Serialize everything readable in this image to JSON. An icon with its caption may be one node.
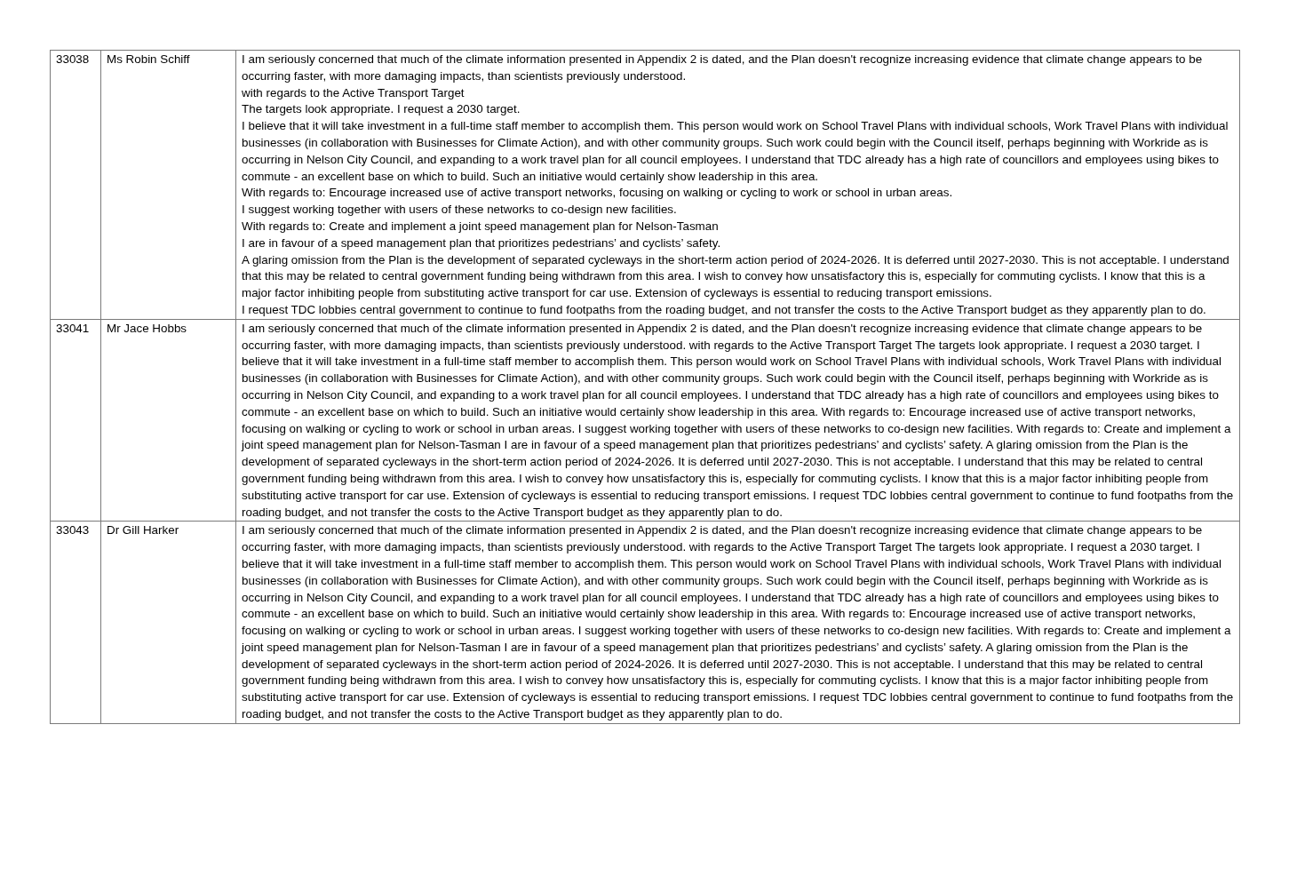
{
  "diagram": {
    "labels": [
      "33038",
      "Ms Robin Schiff",
      "I am seriously concerned that much of the climate information presented in Appendix 2 is dated, and the Plan doesn't recognize increasing evidence that climate change appears to be occurring faster, with more damaging impacts, than scientists previously understood.",
      "with regards to the Active Transport Target",
      "The targets look appropriate. I request a 2030 target.",
      "I believe that it will take investment in a full-time staff member to accomplish them. This person would work on School Travel Plans with individual schools, Work Travel Plans with individual businesses (in collaboration with Businesses for Climate Action), and with other community groups. Such work could begin with the Council itself, perhaps beginning with Workride as is occurring in Nelson City Council, and expanding to a work travel plan for all council employees. I understand that TDC already has a high rate of councillors and employees using bikes to commute - an excellent base on which to build. Such an initiative would certainly show leadership in this area.",
      "With regards to: Encourage increased use of active transport networks, focusing on walking or cycling to work or school in urban areas.",
      "I suggest working together with users of these networks to co-design new facilities.",
      "With regards to: Create and implement a joint speed management plan for Nelson-Tasman",
      "I are in favour of a speed management plan that prioritizes pedestrians’ and cyclists’ safety.",
      "A glaring omission from the Plan is the development of separated cycleways in the short-term action period of 2024-2026. It is deferred until 2027-2030. This is not acceptable. I understand that this may be related to central government funding being withdrawn from this area. I wish to convey how unsatisfactory this is, especially for commuting cyclists. I know that this is a major factor inhibiting people from substituting active transport for car use. Extension of cycleways is essential to reducing transport emissions.",
      "I request TDC lobbies central government to continue to fund footpaths from the roading budget, and not transfer the costs to the Active Transport budget as they apparently plan to do.",
      "33041",
      "Mr Jace Hobbs",
      "I am seriously concerned that much of the climate information presented in Appendix 2 is dated, and the Plan doesn't recognize increasing evidence that climate change appears to be occurring faster, with more damaging impacts, than scientists previously understood. with regards to the Active Transport Target The targets look appropriate. I request a 2030 target. I believe that it will take investment in a full-time staff member to accomplish them. This person would work on School Travel Plans with individual schools, Work Travel Plans with individual businesses (in collaboration with Businesses for Climate Action), and with other community groups. Such work could begin with the Council itself, perhaps beginning with Workride as is occurring in Nelson City Council, and expanding to a work travel plan for all council employees. I understand that TDC already has a high rate of councillors and employees using bikes to commute - an excellent base on which to build. Such an initiative would certainly show leadership in this area. With regards to: Encourage increased use of active transport networks, focusing on walking or cycling to work or school in urban areas. I suggest working together with users of these networks to co-design new facilities. With regards to: Create and implement a joint speed management plan for Nelson-Tasman I are in favour of a speed management plan that prioritizes pedestrians’ and cyclists’ safety. A glaring omission from the Plan is the development of separated cycleways in the short-term action period of 2024-2026. It is deferred until 2027-2030. This is not acceptable. I understand that this may be related to central government funding being withdrawn from this area. I wish to convey how unsatisfactory this is, especially for commuting cyclists. I know that this is a major factor inhibiting people from substituting active transport for car use. Extension of cycleways is essential to reducing transport emissions. I request TDC lobbies central government to continue to fund footpaths from the roading budget, and not transfer the costs to the Active Transport budget as they apparently plan to do.",
      "33043",
      "Dr Gill Harker",
      "I am seriously concerned that much of the climate information presented in Appendix 2 is dated, and the Plan doesn't recognize increasing evidence that climate change appears to be occurring faster, with more damaging impacts, than scientists previously understood. with regards to the Active Transport Target The targets look appropriate. I request a 2030 target. I believe that it will take investment in a full-time staff member to accomplish them. This person would work on School Travel Plans with individual schools, Work Travel Plans with individual businesses (in collaboration with Businesses for Climate Action), and with other community groups. Such work could begin with the Council itself, perhaps beginning with Workride as is occurring in Nelson City Council, and expanding to a work travel plan for all council employees. I understand that TDC already has a high rate of councillors and employees using bikes to commute - an excellent base on which to build. Such an initiative would certainly show leadership in this area. With regards to: Encourage increased use of active transport networks, focusing on walking or cycling to work or school in urban areas. I suggest working together with users of these networks to co-design new facilities. With regards to: Create and implement a joint speed management plan for Nelson-Tasman I are in favour of a speed management plan that prioritizes pedestrians’ and cyclists’ safety. A glaring omission from the Plan is the development of separated cycleways in the short-term action period of 2024-2026. It is deferred until 2027-2030. This is not acceptable. I understand that this may be related to central government funding being withdrawn from this area. I wish to convey how unsatisfactory this is, especially for commuting cyclists. I know that this is a major factor inhibiting people from substituting active transport for car use. Extension of cycleways is essential to reducing transport emissions. I request TDC lobbies central government to continue to fund footpaths from the roading budget, and not transfer the costs to the Active Transport budget as they apparently plan to do."
    ]
  }
}
